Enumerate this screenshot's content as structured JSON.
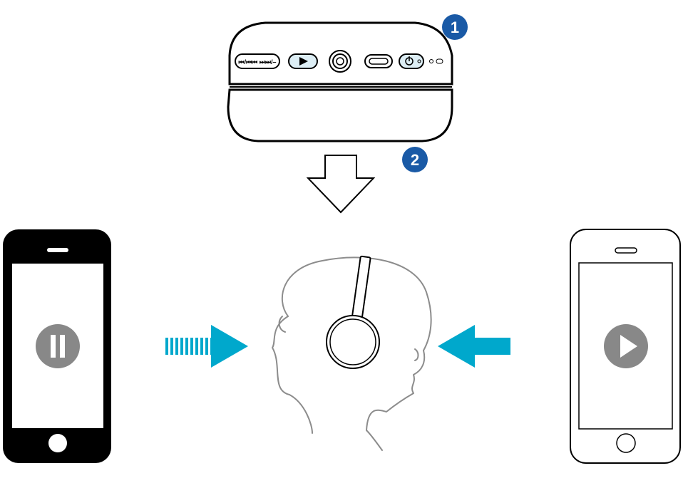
{
  "step_badges": [
    {
      "number": "1",
      "color": "#1a5aa6"
    },
    {
      "number": "2",
      "color": "#1a5aa6"
    }
  ],
  "headset_panel": {
    "prev_next_label": "⏮/⏮⏮ ⏭⏭/–",
    "buttons": [
      "prev-next-volume",
      "play",
      "audio-jack",
      "usb-port",
      "power",
      "led"
    ]
  },
  "left_phone": {
    "state": "paused",
    "screen_icon": "pause-icon",
    "body_color": "#000000"
  },
  "right_phone": {
    "state": "playing",
    "screen_icon": "play-icon",
    "body_color": "#ffffff"
  },
  "colors": {
    "accent_arrow": "#00a8cc",
    "media_icon": "#888888",
    "outline": "#000000",
    "head_outline": "#8c8c8c"
  }
}
